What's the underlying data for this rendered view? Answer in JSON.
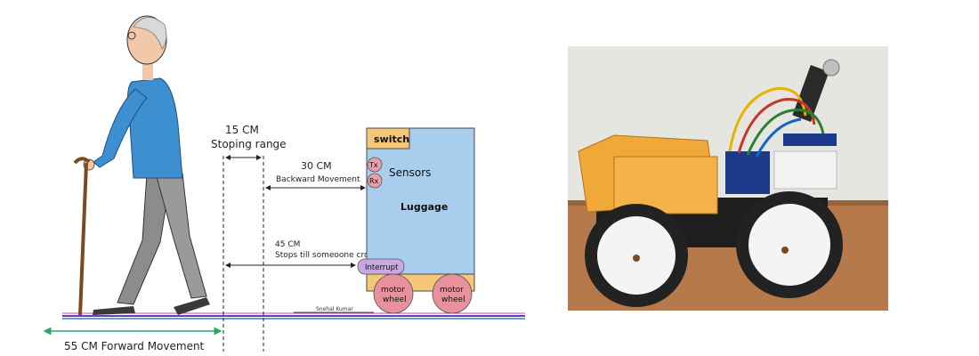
{
  "diagram": {
    "stopping_range": {
      "distance": "15 CM",
      "label": "Stoping range"
    },
    "backward": {
      "distance": "30 CM",
      "label": "Backward Movement"
    },
    "stops": {
      "distance": "45 CM",
      "label": "Stops till someoone crosses"
    },
    "forward": {
      "label": "55 CM Forward Movement"
    },
    "luggage_box": {
      "switch": "switch",
      "tx": "Tx",
      "rx": "Rx",
      "sensors": "Sensors",
      "luggage": "Luggage",
      "interrupt": "Interrupt",
      "wheel_left": [
        "motor",
        "wheel"
      ],
      "wheel_right": [
        "motor",
        "wheel"
      ]
    },
    "credit": "Snehal Kumar"
  },
  "colors": {
    "box_fill": "#a9cdec",
    "switch_fill": "#f5c878",
    "sensor_fill": "#e8a0a8",
    "interrupt_fill": "#c7a8e0",
    "wheel_fill": "#e8909c",
    "forward_arrow": "#2aa86a"
  },
  "photo": {
    "subject": "luggage robot car photo"
  }
}
